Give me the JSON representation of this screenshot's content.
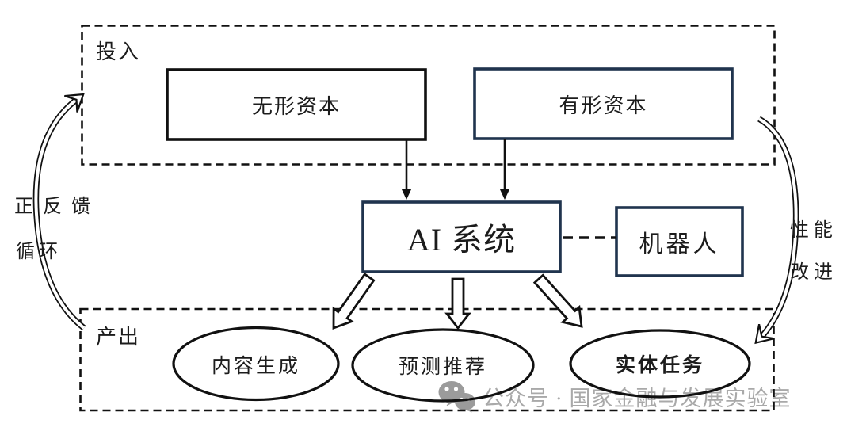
{
  "regions": {
    "input": {
      "label": "投入"
    },
    "output": {
      "label": "产出"
    }
  },
  "nodes": {
    "intangible_capital": {
      "label": "无形资本"
    },
    "tangible_capital": {
      "label": "有形资本"
    },
    "ai_system": {
      "label": "AI 系统"
    },
    "robot": {
      "label": "机器人"
    }
  },
  "outputs": [
    {
      "label": "内容生成"
    },
    {
      "label": "预测推荐"
    },
    {
      "label": "实体任务"
    }
  ],
  "annotations": {
    "left_loop": {
      "line1": "正反馈",
      "line2": "循环"
    },
    "right_loop": {
      "line1": "性能",
      "line2": "改进"
    }
  },
  "watermark": {
    "icon": "wechat-icon",
    "text": "公众号 · 国家金融与发展实验室"
  },
  "colors": {
    "black_border": "#111111",
    "navy_border": "#20344e",
    "watermark_gray": "#a9a9a9",
    "background": "#ffffff"
  }
}
